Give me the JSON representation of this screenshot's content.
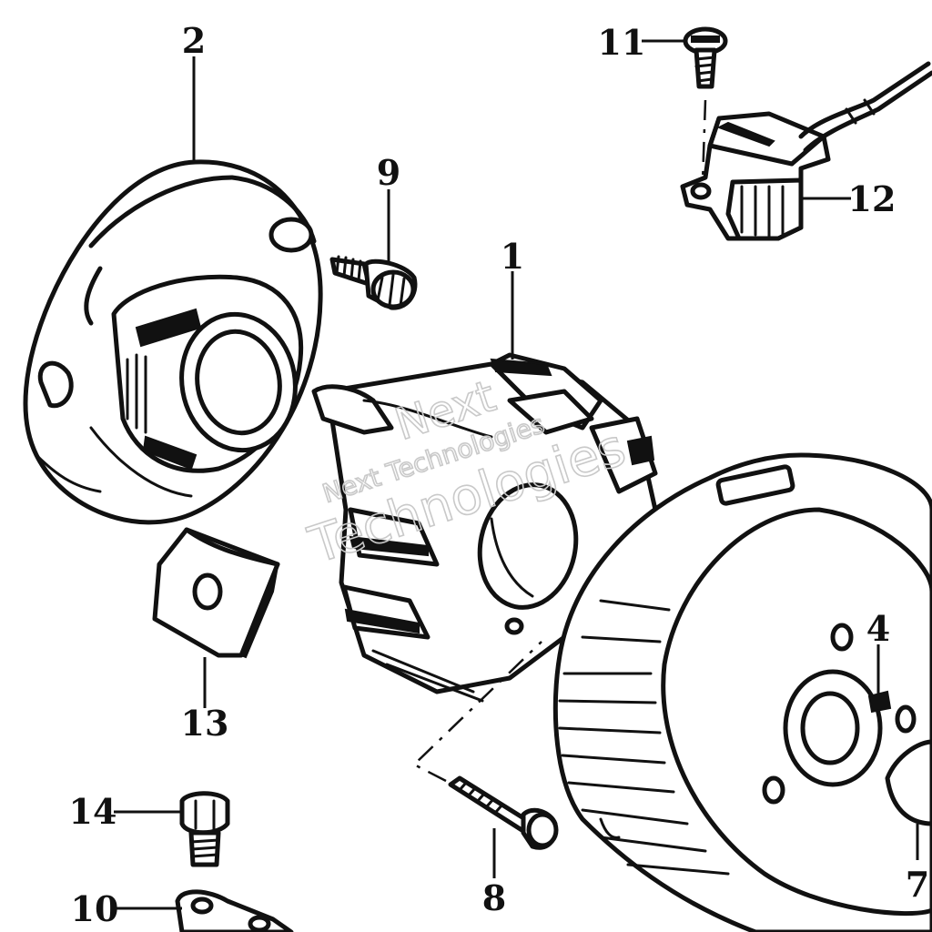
{
  "callouts": [
    {
      "id": "1",
      "label": "1"
    },
    {
      "id": "2",
      "label": "2"
    },
    {
      "id": "4",
      "label": "4"
    },
    {
      "id": "7",
      "label": "7"
    },
    {
      "id": "8",
      "label": "8"
    },
    {
      "id": "9",
      "label": "9"
    },
    {
      "id": "10",
      "label": "10"
    },
    {
      "id": "11",
      "label": "11"
    },
    {
      "id": "12",
      "label": "12"
    },
    {
      "id": "13",
      "label": "13"
    },
    {
      "id": "14",
      "label": "14"
    }
  ],
  "watermark": {
    "line1": "Next",
    "line2": "Technologies",
    "line3": "Next Technologies"
  },
  "colors": {
    "ink": "#111111",
    "background": "#ffffff",
    "watermark": "#c9c9c9"
  }
}
